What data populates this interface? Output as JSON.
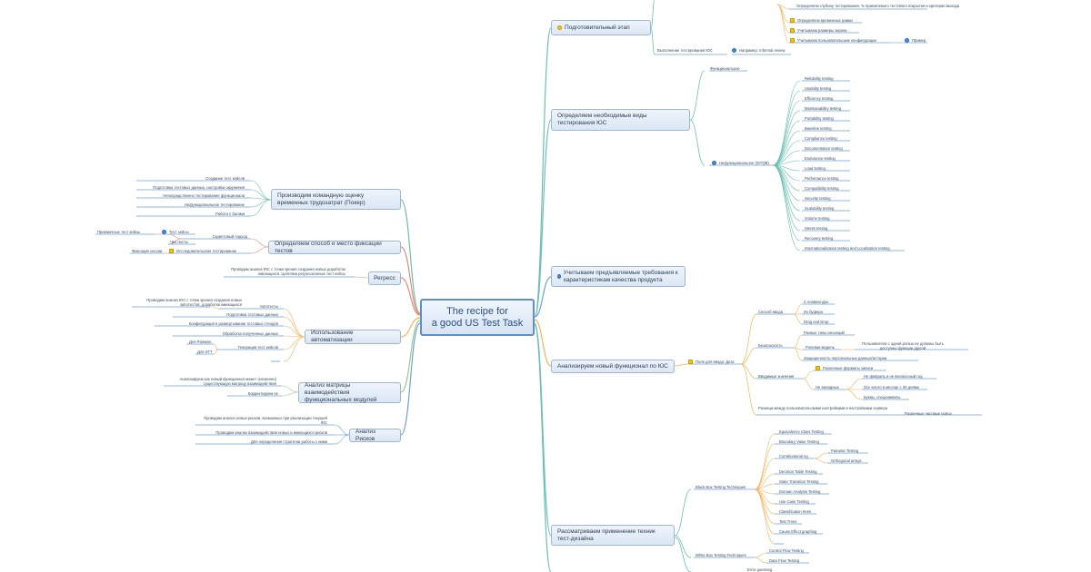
{
  "root": {
    "line1": "The recipe for",
    "line2": "a good US Test Task"
  },
  "right": {
    "prep": "Подготовительный этап",
    "prep_items": [
      "Определяем глубину тестирования, % приемлемого тестового покрытия и критерии выхода",
      "Определяем временные рамки",
      "Учитываем размеры экрана",
      "Учитываем пользовательские конфигурации"
    ],
    "prep_misc": [
      "Выполнение тестирования ЮС",
      "Например: Informal review",
      "Пример"
    ],
    "types": "Определяем необходимые виды тестирования ЮС",
    "types_func": "Функциональное",
    "types_nonfunc": "Нефункциональное (ISTQB)",
    "types_list": [
      "Reliability testing",
      "Usability testing",
      "Efficiency testing",
      "Maintainability testing",
      "Portability testing",
      "Baseline testing",
      "Compliance testing",
      "Documentation testing",
      "Endurance testing",
      "Load testing",
      "Performance testing",
      "Compatibility testing",
      "Security testing",
      "Scalability testing",
      "Volume testing",
      "Stress testing",
      "Recovery testing",
      "Internationalization testing and Localization testing"
    ],
    "req": "Учитываем предъявляемые требования к характеристикам качества продукта",
    "analyze": "Анализируем новый функционал по ЮС",
    "field": "Поле для ввода: Дата",
    "ways": "Способ ввода",
    "ways_items": [
      "С клавиатуры",
      "Из буфера",
      "Drag and Drop"
    ],
    "security": "Безопасность",
    "security_items": [
      "Разные типы инъекций",
      "Ролевая модель",
      "Защищенность персональных данных/истории"
    ],
    "role_note": "Пользователи с одной ролью не должны быть доступны функции другой",
    "inputval": "Вводимые значения",
    "inputval_items": [
      "Различные форматы записи",
      "Не валидные"
    ],
    "invalid_items": [
      "Не февраль и не високосный год",
      "31е число в месяце с 30 днями",
      "Буквы, спецсимволы"
    ],
    "tz": "Разница между пользовательскими настройками и настройками сервера",
    "tz_leaf": "Различные часовые пояса",
    "techniques": "Рассматриваем применение техник тест-дизайна",
    "bb": "Black Box Testing Techniques",
    "bb_items": [
      "Equivalence Class Testing",
      "Boundary Value Testing",
      "Combinatorial ng",
      "Decision Table Testing",
      "State Transition Testing",
      "Domain Analysis Testing",
      "Use Case Testing",
      "Classification trees",
      "Test Trees",
      "Cause Effect graphing"
    ],
    "comb_items": [
      "Pairwise Testing",
      "Orthogonal arrays"
    ],
    "wb": "White Box Testing Techniques",
    "wb_items": [
      "Control Flow Testing",
      "Data Flow Testing"
    ],
    "error": "Error guessing"
  },
  "left": {
    "estimate": "Производим командную оценку временных трудозатрат (Покер)",
    "estimate_items": [
      "Создание тест кейсов",
      "Подготовка тестовых данных, настройка окружения",
      "Непосредственно тестирование функционала",
      "Нефункциональное тестирование",
      "Работа с багами"
    ],
    "fix": "Определяем способ и место фиксации тестов",
    "fix_script": "Скриптовый подход",
    "fix_script_items": [
      "Тест кейсы",
      "Чек листы"
    ],
    "fix_script_leaf": "Приемочные тест кейсы",
    "fix_explore": "Исследовательское тестирование",
    "fix_explore_leaf": "Фиксация сессии",
    "regress": "Регресс",
    "regress_leaf": "Проводим анализ ЮС с точки зрения создания новых доработок имеющихся. Цепляем регрессионные тест кейсы",
    "auto": "Использование автоматизации",
    "auto_items": [
      "Автотесты",
      "Подготовка тестовых данных",
      "Конфигурация и развертывание тестовых стендов",
      "Обработка полученных данных",
      "Генерация тест кейсов"
    ],
    "auto_note": "Проводим анализ ЮС с точки зрения создания новых автотестов, доработки имеющихся",
    "auto_gen": [
      "Для Pairwise",
      "Для STT"
    ],
    "matrix": "Анализ матрицы взаимодействия функциональных модулей",
    "matrix_items": [
      "Анализируем как новый функционал может (косвенно) существующую матрицу взаимодействия",
      "Корректируем ее"
    ],
    "risk": "Анализ Рисков",
    "risk_items": [
      "Проводим анализ новых рисков, возможных при реализации текущей ЮС",
      "Проводим анализ взаимодействия новых и имеющихся рисков",
      "Для определения стратегии работы с ними"
    ]
  },
  "colors": {
    "teal": "#6bbfb2",
    "red": "#e58a7c",
    "orange": "#f2b35b",
    "green": "#9cc98b",
    "blue": "#6d9fd8",
    "purple": "#b48cc9",
    "gray": "#a3b5c9"
  }
}
